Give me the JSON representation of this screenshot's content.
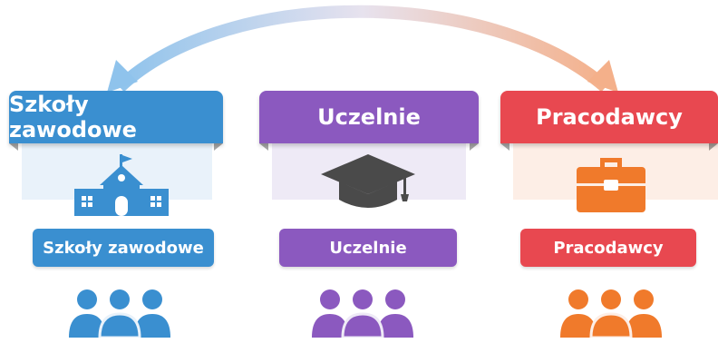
{
  "columns": [
    {
      "header": "Szkoły zawodowe",
      "label": "Szkoły zawodowe",
      "icon": "school-building-icon",
      "people_icon": "people-group-icon",
      "colors": {
        "header": "#3a8fd0",
        "icon": "#3a8fd0",
        "label": "#3a8fd0",
        "panel": "#e9f2fa"
      }
    },
    {
      "header": "Uczelnie",
      "label": "Uczelnie",
      "icon": "graduation-cap-icon",
      "people_icon": "people-group-icon",
      "colors": {
        "header": "#8b59bf",
        "icon": "#4a4a4a",
        "label": "#8b59bf",
        "panel": "#eeeaf6"
      }
    },
    {
      "header": "Pracodawcy",
      "label": "Pracodawcy",
      "icon": "briefcase-icon",
      "people_icon": "people-group-icon",
      "colors": {
        "header": "#e84850",
        "icon": "#f07a2b",
        "label": "#e84850",
        "panel": "#fdeee6"
      }
    }
  ],
  "connector": {
    "icon": "double-arrow-arc-icon",
    "colors": {
      "left": "#8fc3ec",
      "right": "#f4b08a"
    }
  }
}
